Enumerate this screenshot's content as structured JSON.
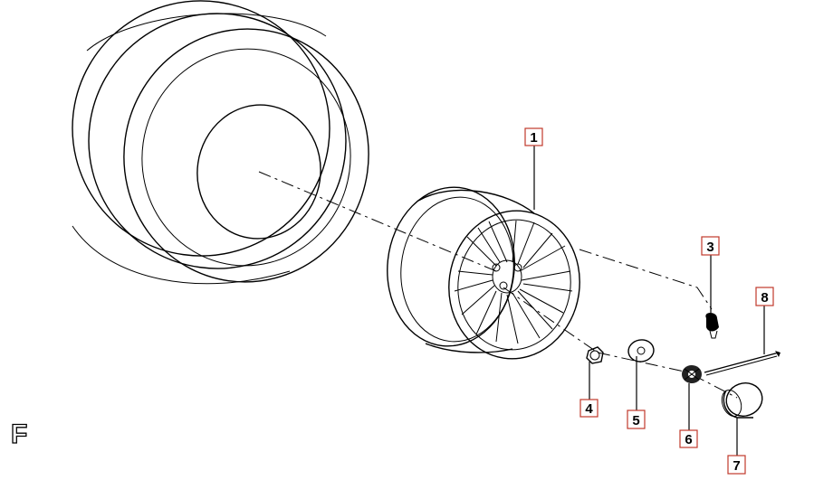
{
  "callouts": [
    {
      "id": "1",
      "label": "1"
    },
    {
      "id": "3",
      "label": "3"
    },
    {
      "id": "8",
      "label": "8"
    },
    {
      "id": "4",
      "label": "4"
    },
    {
      "id": "5",
      "label": "5"
    },
    {
      "id": "6",
      "label": "6"
    },
    {
      "id": "7",
      "label": "7"
    }
  ],
  "corner_mark": "F",
  "colors": {
    "callout_border": "#c0392b",
    "line": "#000000",
    "background": "#ffffff"
  }
}
